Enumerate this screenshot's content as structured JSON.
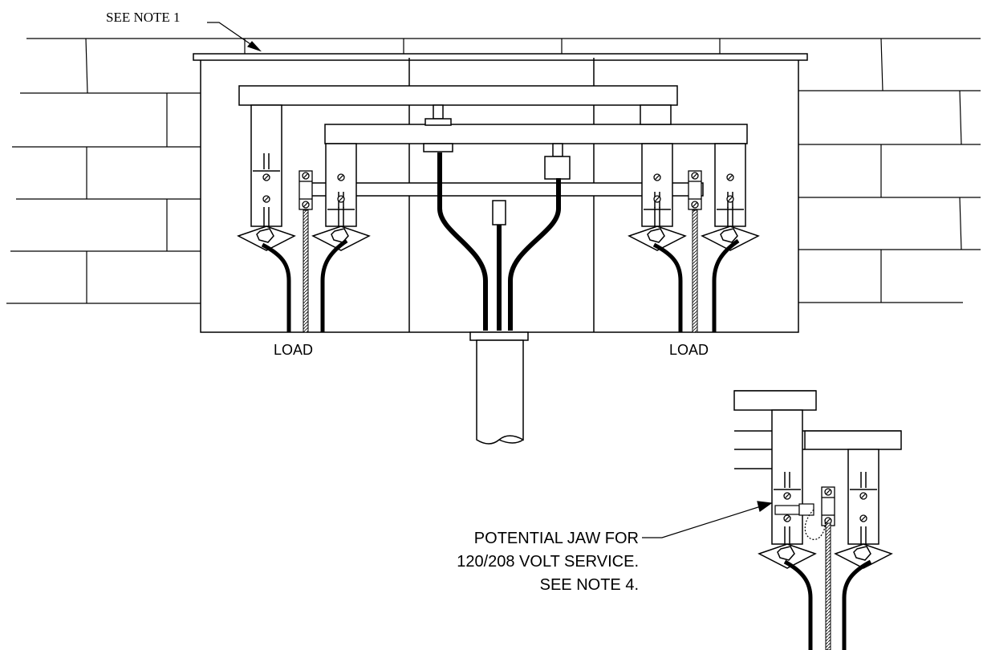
{
  "labels": {
    "see_note_1": "SEE NOTE 1",
    "load_left": "LOAD",
    "load_right": "LOAD",
    "potential_jaw_line1": "POTENTIAL JAW FOR",
    "potential_jaw_line2": "120/208 VOLT SERVICE.",
    "potential_jaw_line3": "SEE NOTE 4."
  },
  "colors": {
    "line": "#000000",
    "background": "#ffffff"
  }
}
